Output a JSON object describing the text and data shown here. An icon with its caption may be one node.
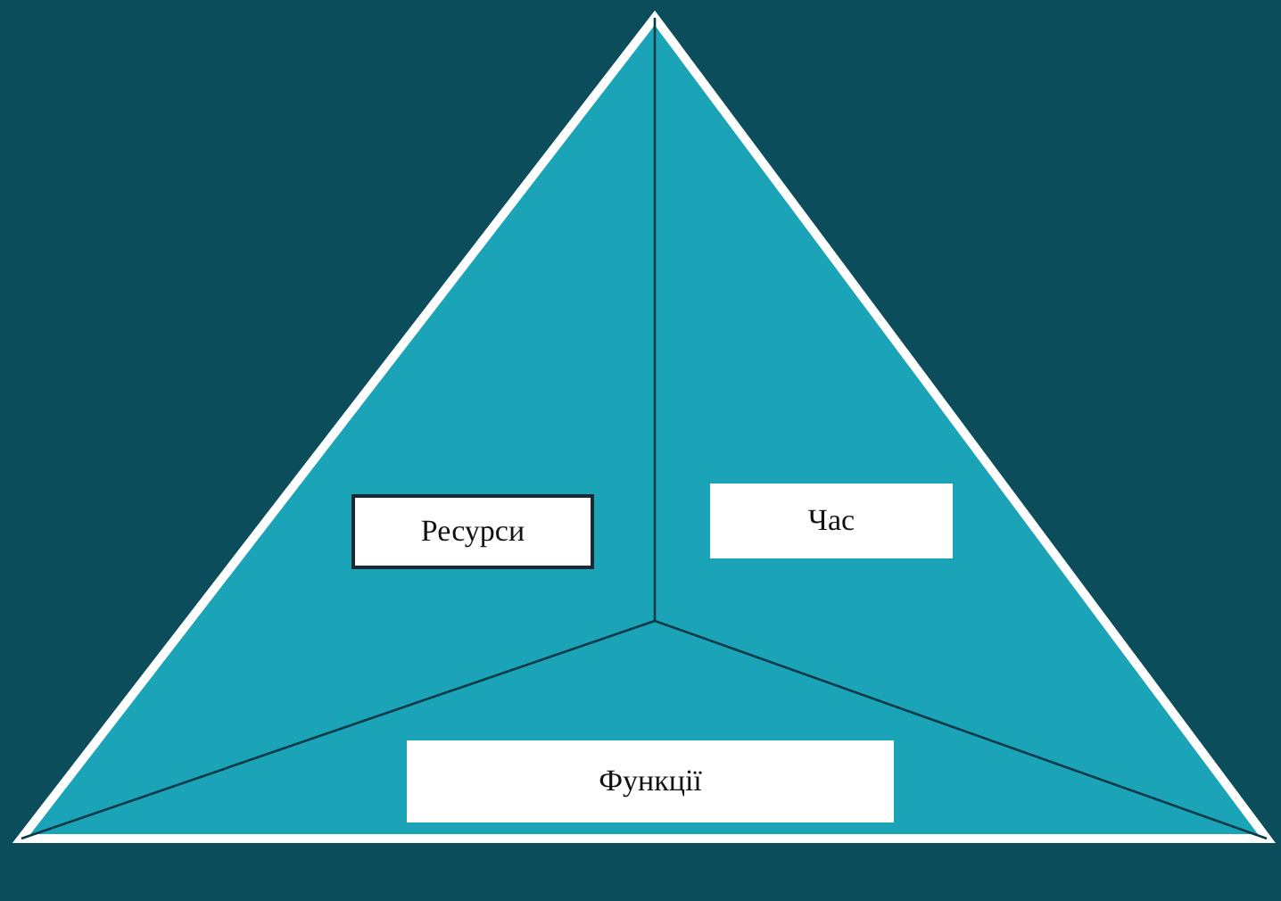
{
  "diagram": {
    "nodes": [
      {
        "text": [
          "Ресурси"
        ]
      },
      {
        "text": [
          "Час"
        ]
      },
      {
        "text": [
          "Функції"
        ]
      }
    ]
  }
}
